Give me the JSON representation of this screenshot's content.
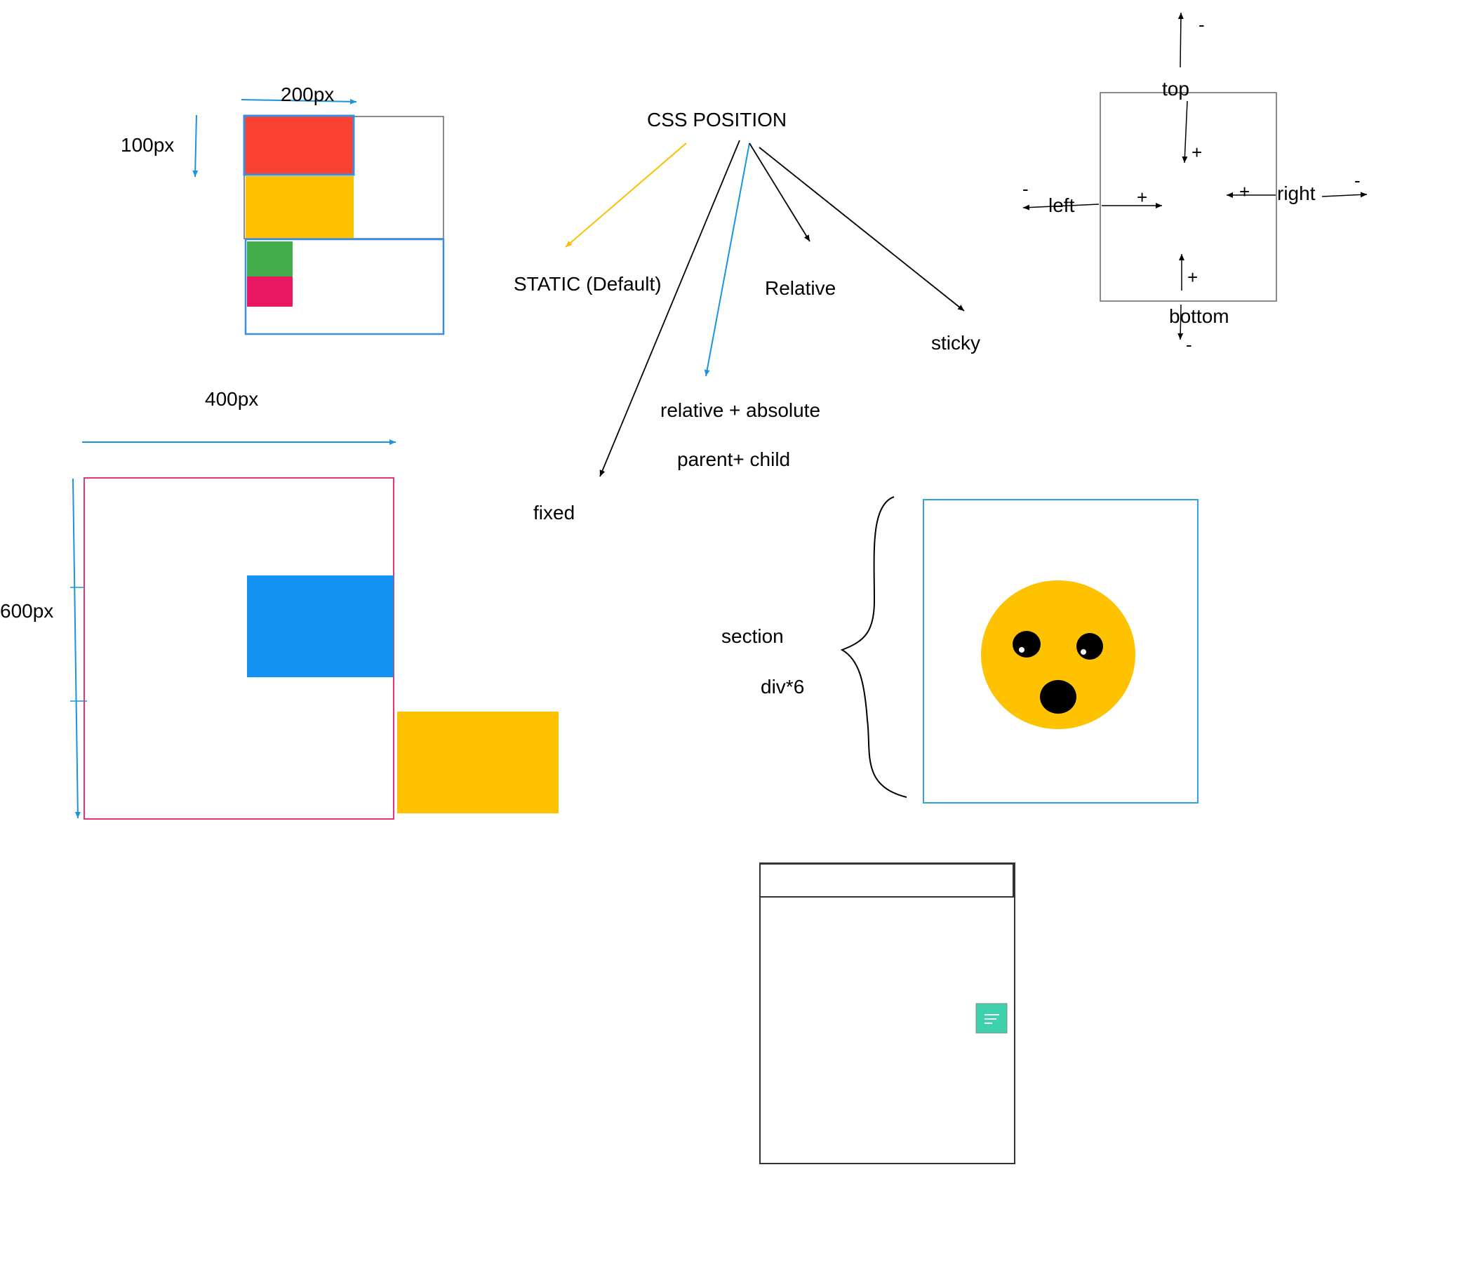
{
  "labels": {
    "width_200": "200px",
    "height_100": "100px",
    "width_400": "400px",
    "height_600": "600px",
    "title": "CSS POSITION",
    "static": "STATIC (Default)",
    "relative": "Relative",
    "sticky": "sticky",
    "relative_absolute": "relative + absolute",
    "parent_child": "parent+ child",
    "fixed": "fixed",
    "section": "section",
    "div6": "div*6",
    "top": "top",
    "left": "left",
    "right": "right",
    "bottom": "bottom",
    "plus": "+",
    "minus": "-"
  },
  "colors": {
    "red": "#f94232",
    "yellow": "#fec200",
    "green": "#44ad4b",
    "pink": "#eb1760",
    "blue": "#1393f2",
    "box_blue": "#3a8ee0",
    "border_pink": "#e8327a",
    "chat_teal": "#3ed1ae"
  },
  "icons": {
    "chat": "chat-bubble-icon",
    "face": "surprised-face"
  }
}
